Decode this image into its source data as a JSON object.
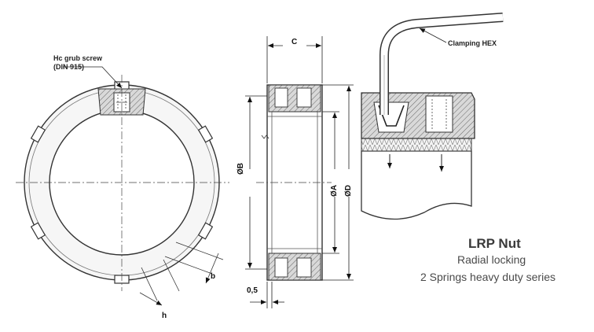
{
  "callouts": {
    "grub_screw_line1": "Hc grub screw",
    "grub_screw_line2": "(DIN 915)",
    "clamping_hex": "Clamping HEX"
  },
  "dimensions": {
    "C": "C",
    "b": "b",
    "h": "h",
    "offset": "0,5",
    "dia_B": "ØB",
    "dia_A": "ØA",
    "dia_D": "ØD"
  },
  "product": {
    "title": "LRP Nut",
    "subtitle_line1": "Radial locking",
    "subtitle_line2": "2 Springs heavy duty series"
  }
}
